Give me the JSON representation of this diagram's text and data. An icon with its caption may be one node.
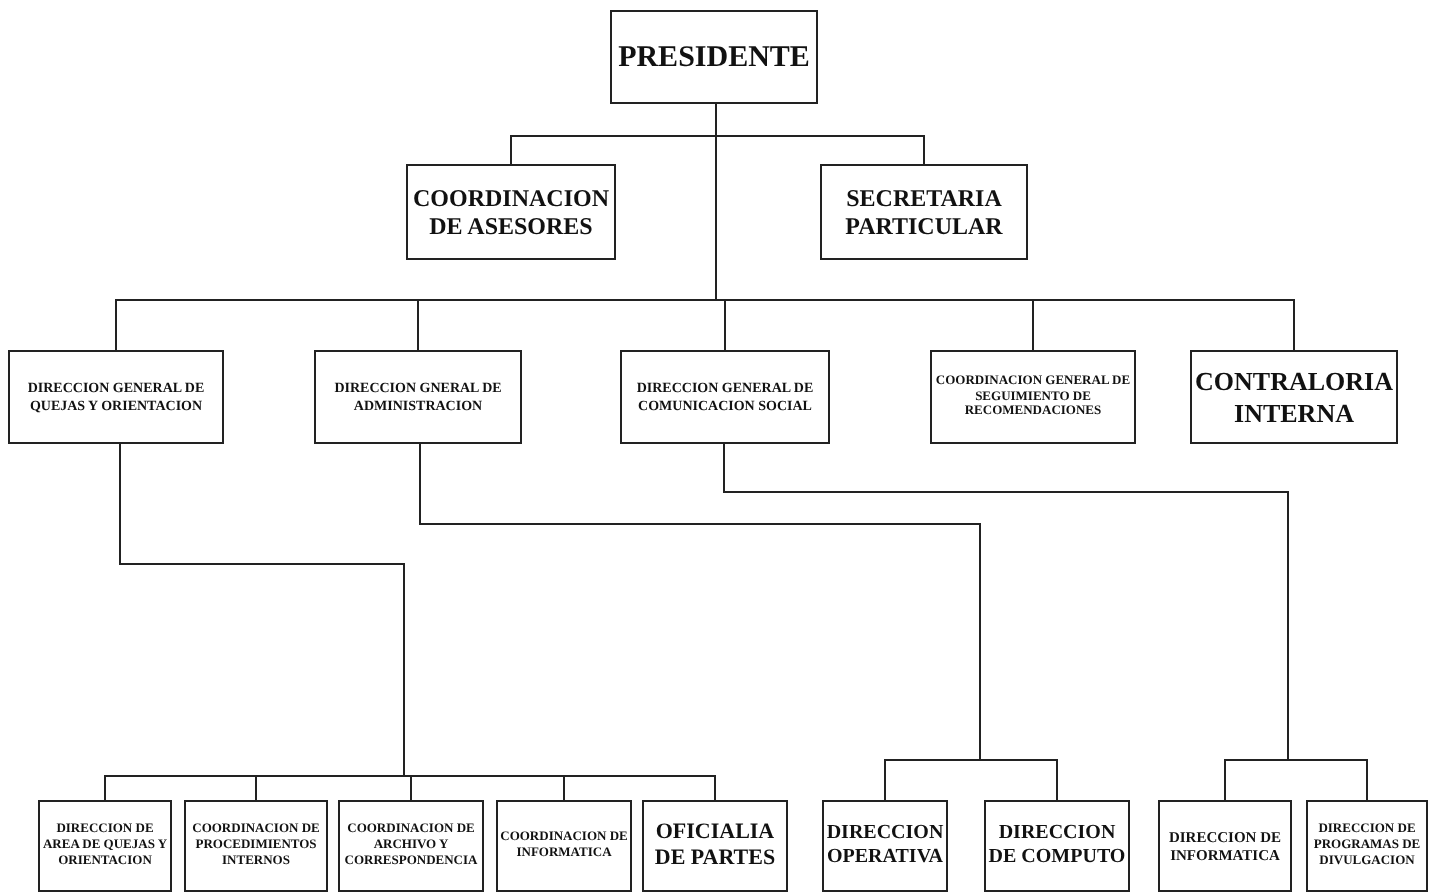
{
  "diagram": {
    "nodes": [
      {
        "text": [
          "PRESIDENTE"
        ]
      },
      {
        "text": [
          "COORDINACION DE ASESORES"
        ]
      },
      {
        "text": [
          "SECRETARIA PARTICULAR"
        ]
      },
      {
        "text": [
          "DIRECCION GENERAL DE QUEJAS Y ORIENTACION"
        ]
      },
      {
        "text": [
          "DIRECCION GNERAL DE ADMINISTRACION"
        ]
      },
      {
        "text": [
          "DIRECCION GENERAL DE COMUNICACION SOCIAL"
        ]
      },
      {
        "text": [
          "COORDINACION GENERAL DE SEGUIMIENTO DE RECOMENDACIONES"
        ]
      },
      {
        "text": [
          "CONTRALORIA INTERNA"
        ]
      },
      {
        "text": [
          "DIRECCION DE AREA DE QUEJAS Y ORIENTACION"
        ]
      },
      {
        "text": [
          "COORDINACION DE PROCEDIMIENTOS INTERNOS"
        ]
      },
      {
        "text": [
          "COORDINACION DE ARCHIVO Y CORRESPONDENCIA"
        ]
      },
      {
        "text": [
          "COORDINACION DE INFORMATICA"
        ]
      },
      {
        "text": [
          "OFICIALIA DE PARTES"
        ]
      },
      {
        "text": [
          "DIRECCION OPERATIVA"
        ]
      },
      {
        "text": [
          "DIRECCION DE COMPUTO"
        ]
      },
      {
        "text": [
          "DIRECCION DE INFORMATICA"
        ]
      },
      {
        "text": [
          "DIRECCION DE PROGRAMAS DE DIVULGACION"
        ]
      }
    ],
    "edges": [
      {
        "from": 0,
        "to": 1,
        "arrow": "none"
      },
      {
        "from": 0,
        "to": 2,
        "arrow": "none"
      },
      {
        "from": 0,
        "to": 3,
        "arrow": "none"
      },
      {
        "from": 0,
        "to": 4,
        "arrow": "none"
      },
      {
        "from": 0,
        "to": 5,
        "arrow": "none"
      },
      {
        "from": 0,
        "to": 6,
        "arrow": "none"
      },
      {
        "from": 0,
        "to": 7,
        "arrow": "none"
      },
      {
        "from": 3,
        "to": 8,
        "arrow": "none"
      },
      {
        "from": 3,
        "to": 9,
        "arrow": "none"
      },
      {
        "from": 3,
        "to": 10,
        "arrow": "none"
      },
      {
        "from": 3,
        "to": 11,
        "arrow": "none"
      },
      {
        "from": 3,
        "to": 12,
        "arrow": "none"
      },
      {
        "from": 4,
        "to": 13,
        "arrow": "none"
      },
      {
        "from": 4,
        "to": 14,
        "arrow": "none"
      },
      {
        "from": 5,
        "to": 15,
        "arrow": "none"
      },
      {
        "from": 5,
        "to": 16,
        "arrow": "none"
      }
    ]
  }
}
